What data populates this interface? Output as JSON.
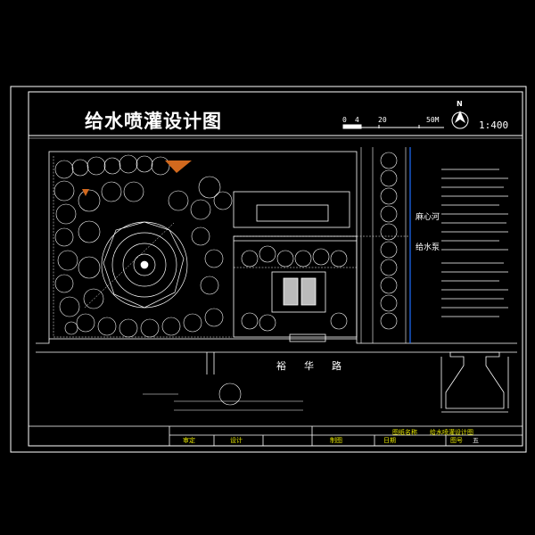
{
  "drawing": {
    "title": "给水喷灌设计图",
    "scale": "1:400",
    "north_label": "N",
    "scalebar": [
      "0",
      "4",
      "20",
      "50M"
    ]
  },
  "labels": {
    "river": "麻心河",
    "pump": "给水泵",
    "road": "裕华路"
  },
  "title_block": {
    "project_label": "图纸名称",
    "project_name": "给水喷灌设计图",
    "review": "审定",
    "design": "设计",
    "check": "制图",
    "date": "日期",
    "sheet": "图号",
    "sheet_no": "五"
  },
  "colors": {
    "line": "#ffffff",
    "accent": "#d2691e",
    "water": "#1e6fff",
    "text_yellow": "#e8e800"
  }
}
